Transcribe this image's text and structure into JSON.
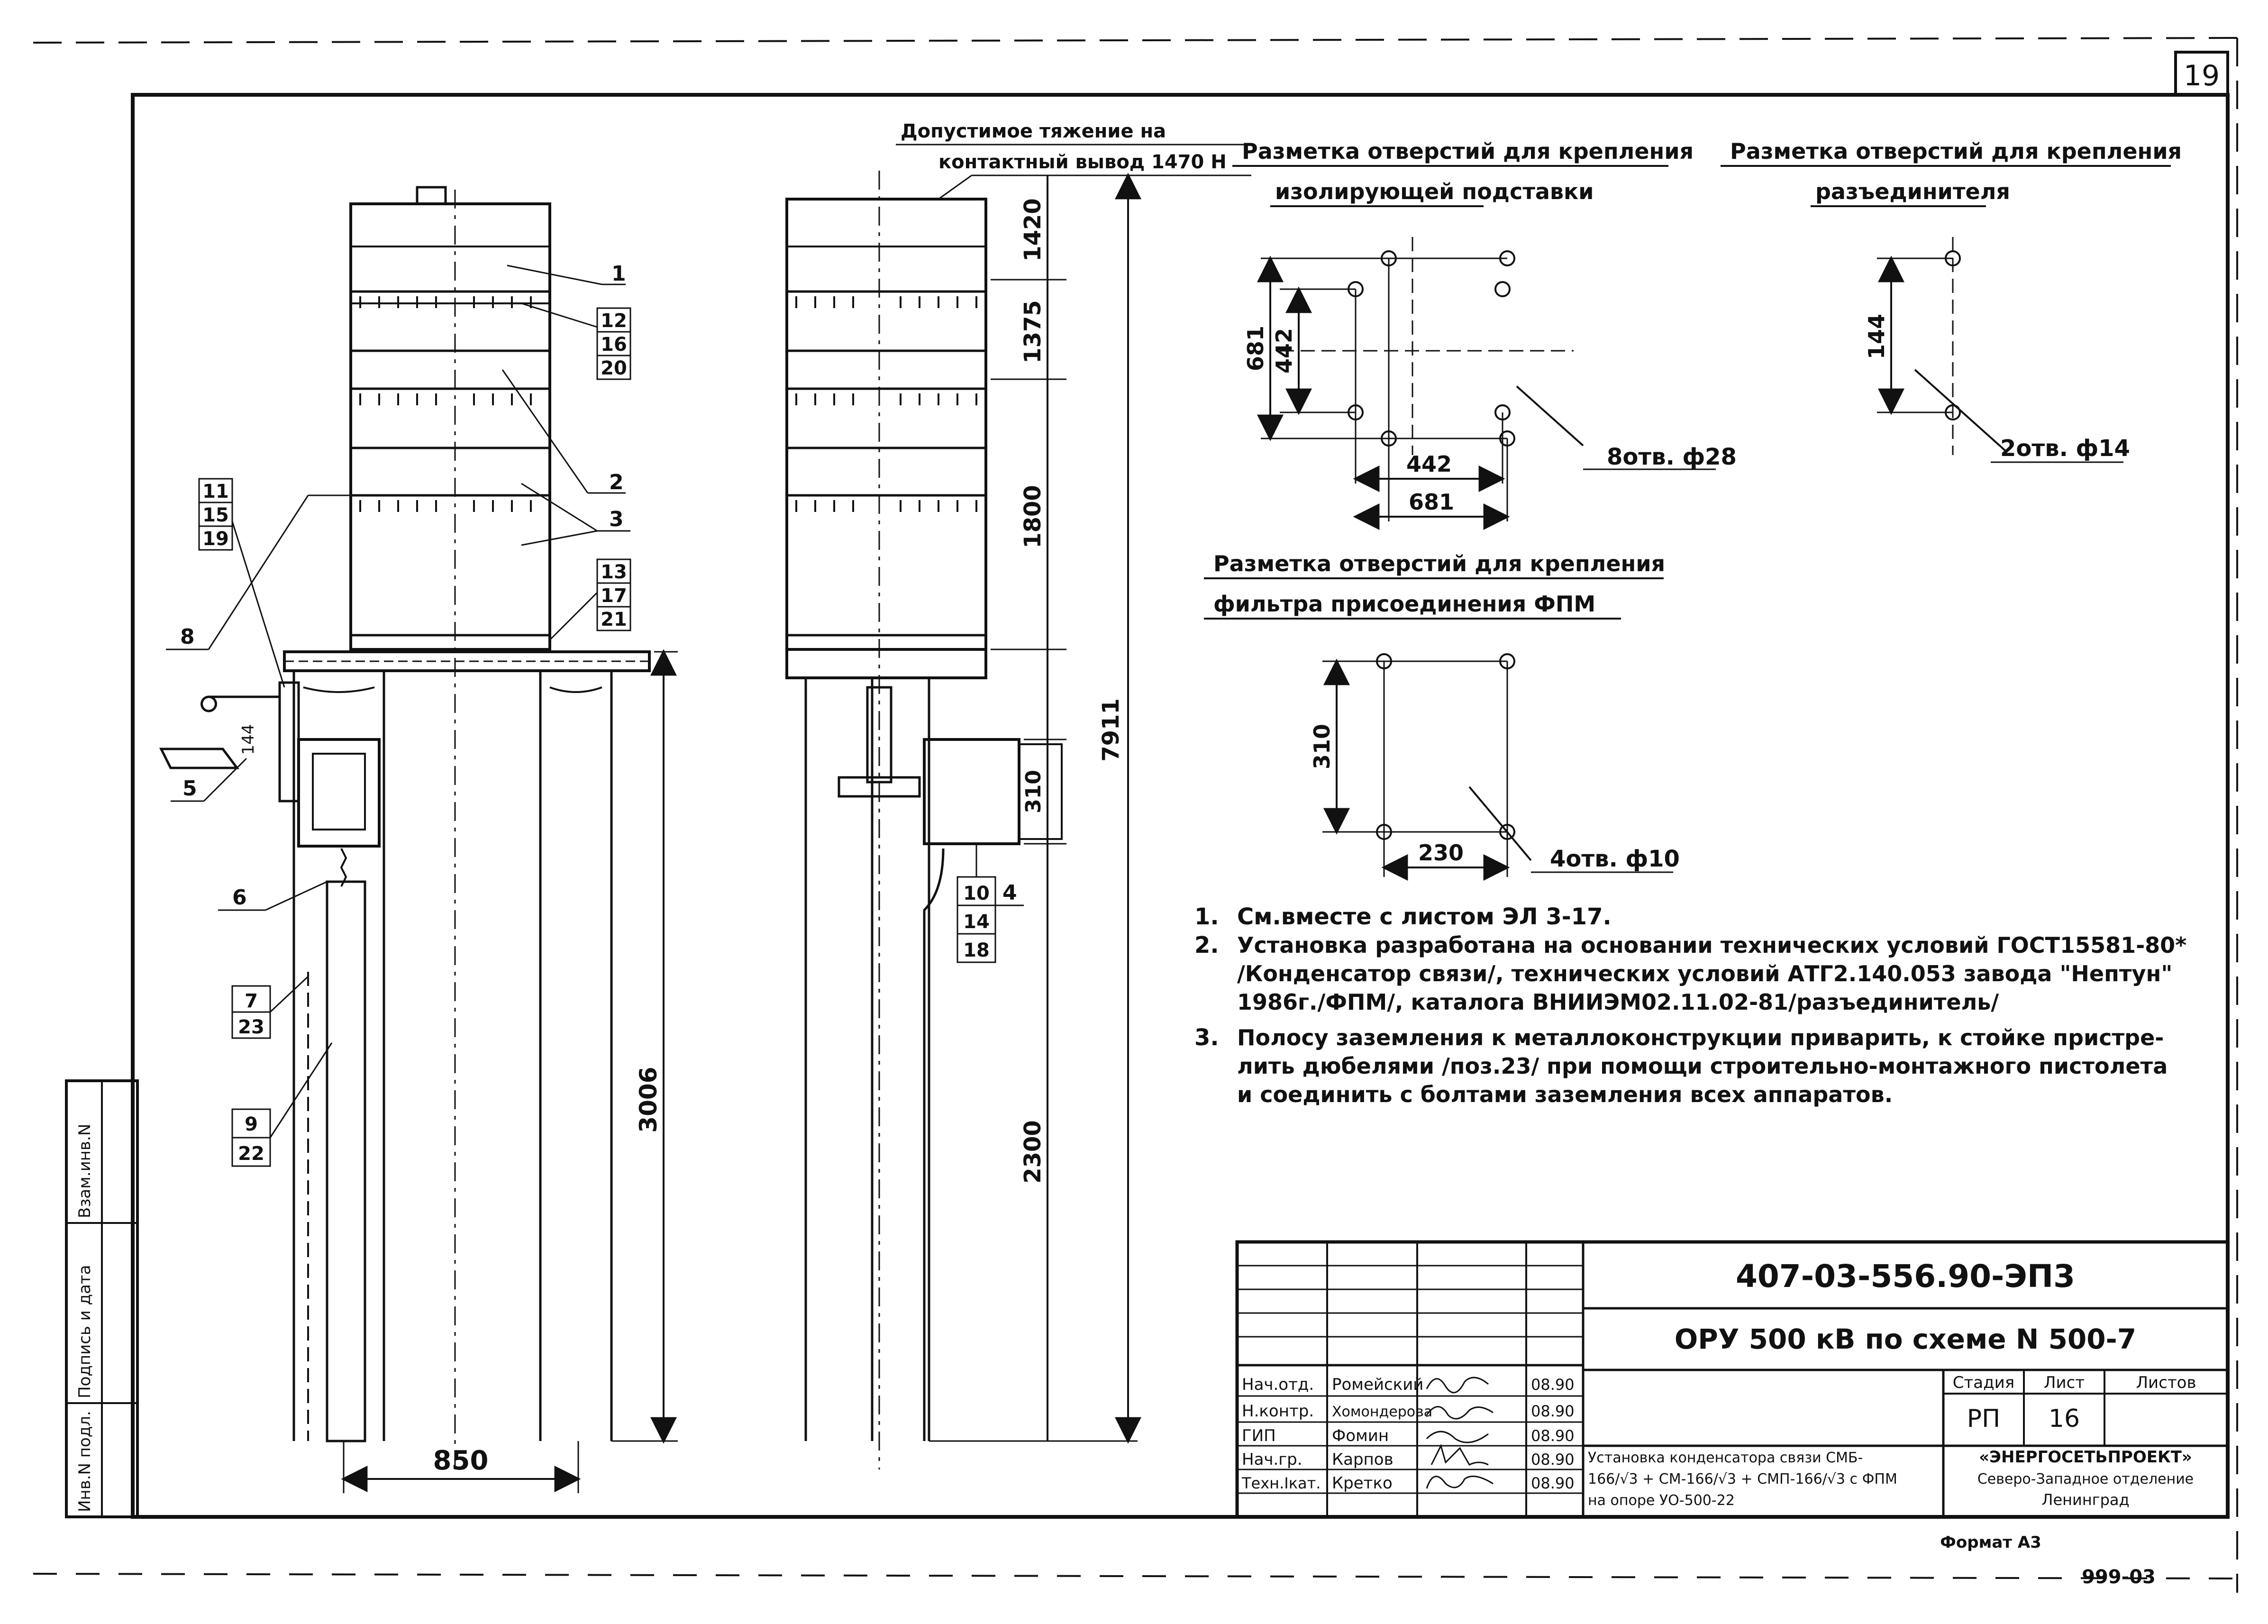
{
  "sheet": {
    "page_number": "19",
    "format": "Формат А3",
    "bottom_code": "999-03"
  },
  "side_stamp": {
    "inv_no": "Инв.N подл.",
    "sign_date": "Подпись и дата",
    "vzam_inv": "Взам.инв.N"
  },
  "elevation_left": {
    "callouts": [
      "1",
      "12",
      "16",
      "20",
      "2",
      "3",
      "11",
      "15",
      "19",
      "8",
      "13",
      "17",
      "21",
      "5",
      "6",
      "7",
      "23",
      "9",
      "22"
    ],
    "dim_width": "850",
    "dim_height": "3006",
    "small_dim": "144"
  },
  "elevation_right": {
    "tension_note_line1": "Допустимое тяжение на",
    "tension_note_line2": "контактный вывод 1470 Н",
    "dims": [
      "1420",
      "1375",
      "1800",
      "7911",
      "310",
      "2300"
    ],
    "callouts": [
      "10",
      "4",
      "14",
      "18"
    ]
  },
  "layouts": {
    "base": {
      "title_line1": "Разметка отверстий для крепления",
      "title_line2": "изолирующей подставки",
      "dim_outer_v": "681",
      "dim_inner_v": "442",
      "dim_inner_h": "442",
      "dim_outer_h": "681",
      "holes": "8отв. ф28"
    },
    "disconnector": {
      "title_line1": "Разметка отверстий для крепления",
      "title_line2": "разъединителя",
      "dim_v": "144",
      "holes": "2отв. ф14"
    },
    "filter": {
      "title_line1": "Разметка отверстий для крепления",
      "title_line2": "фильтра присоединения ФПМ",
      "dim_v": "310",
      "dim_h": "230",
      "holes": "4отв. ф10"
    }
  },
  "notes": [
    {
      "num": "1.",
      "text": "См.вместе с листом ЭЛ 3-17."
    },
    {
      "num": "2.",
      "text": "Установка разработана на основании технических условий ГОСТ15581-80*"
    },
    {
      "num": "",
      "text": "/Конденсатор связи/, технических условий АТГ2.140.053 завода \"Нептун\""
    },
    {
      "num": "",
      "text": "1986г./ФПМ/, каталога ВНИИЭМ02.11.02-81/разъединитель/"
    },
    {
      "num": "3.",
      "text": "Полосу заземления к металлоконструкции приварить, к стойке пристре-"
    },
    {
      "num": "",
      "text": "лить дюбелями /поз.23/ при помощи строительно-монтажного пистолета"
    },
    {
      "num": "",
      "text": "и соединить с болтами заземления всех аппаратов."
    }
  ],
  "title_block": {
    "doc_code": "407-03-556.90-ЭП3",
    "project": "ОРУ 500 кВ по схеме N 500-7",
    "roles": [
      {
        "role": "Нач.отд.",
        "name": "Ромейский",
        "date": "08.90"
      },
      {
        "role": "Н.контр.",
        "name": "Хомондерова",
        "date": "08.90"
      },
      {
        "role": "ГИП",
        "name": "Фомин",
        "date": "08.90"
      },
      {
        "role": "Нач.гр.",
        "name": "Карпов",
        "date": "08.90"
      },
      {
        "role": "Техн.Iкат.",
        "name": "Кретко",
        "date": "08.90"
      }
    ],
    "stage_label": "Стадия",
    "sheet_label": "Лист",
    "sheets_label": "Листов",
    "stage": "РП",
    "sheet": "16",
    "sheets": "",
    "drawing_title_line1": "Установка конденсатора связи СМБ-",
    "drawing_title_line2": "166/√3 + СМ-166/√3 + СМП-166/√3 с ФПМ",
    "drawing_title_line3": "на опоре УО-500-22",
    "org_line1": "«ЭНЕРГОСЕТЬПРОЕКТ»",
    "org_line2": "Северо-Западное отделение",
    "org_line3": "Ленинград"
  }
}
